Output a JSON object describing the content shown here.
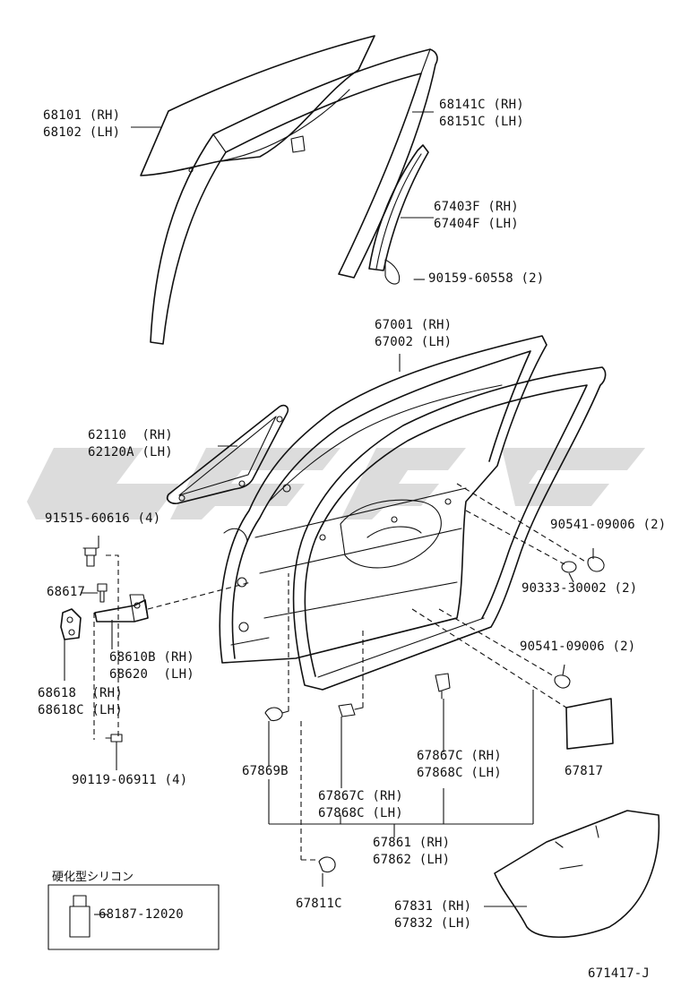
{
  "labels": {
    "glass": [
      "68101 (RH)",
      "68102 (LH)"
    ],
    "run_channel": [
      "68141C (RH)",
      "68151C (LH)"
    ],
    "rear_channel": [
      "67403F (RH)",
      "67404F (LH)"
    ],
    "screw_90159": "90159-60558 (2)",
    "door_panel": [
      "67001 (RH)",
      "67002 (LH)"
    ],
    "corner_piece": [
      "62110  (RH)",
      "62120A (LH)"
    ],
    "bolt_91515": "91515-60616 (4)",
    "pin_68617": "68617",
    "hinge_upper": [
      "68610B (RH)",
      "68620  (LH)"
    ],
    "hinge_lower": [
      "68618  (RH)",
      "68618C (LH)"
    ],
    "bolt_90119": "90119-06911 (4)",
    "plug_90541_a": "90541-09006 (2)",
    "plug_90333": "90333-30002 (2)",
    "plug_90541_b": "90541-09006 (2)",
    "clip_67869b": "67869B",
    "clip_67867c_a": [
      "67867C (RH)",
      "67868C (LH)"
    ],
    "clip_67867c_b": [
      "67867C (RH)",
      "67868C (LH)"
    ],
    "seal_67817": "67817",
    "weatherstrip": [
      "67861 (RH)",
      "67862 (LH)"
    ],
    "clip_67811c": "67811C",
    "service_hole_cover": [
      "67831 (RH)",
      "67832 (LH)"
    ],
    "sealant_title": "硬化型シリコン",
    "sealant_part": "68187-12020",
    "diagram_code": "671417-J"
  }
}
